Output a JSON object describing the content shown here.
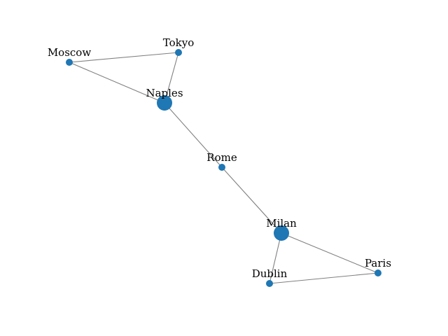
{
  "graph": {
    "node_color": "#1f77b4",
    "edge_color": "#808080",
    "nodes": [
      {
        "id": "moscow",
        "label": "Moscow",
        "degree": 2
      },
      {
        "id": "tokyo",
        "label": "Tokyo",
        "degree": 2
      },
      {
        "id": "naples",
        "label": "Naples",
        "degree": 3
      },
      {
        "id": "rome",
        "label": "Rome",
        "degree": 2
      },
      {
        "id": "milan",
        "label": "Milan",
        "degree": 3
      },
      {
        "id": "dublin",
        "label": "Dublin",
        "degree": 2
      },
      {
        "id": "paris",
        "label": "Paris",
        "degree": 2
      }
    ],
    "edges": [
      {
        "source": "moscow",
        "target": "tokyo"
      },
      {
        "source": "moscow",
        "target": "naples"
      },
      {
        "source": "tokyo",
        "target": "naples"
      },
      {
        "source": "naples",
        "target": "rome"
      },
      {
        "source": "rome",
        "target": "milan"
      },
      {
        "source": "milan",
        "target": "dublin"
      },
      {
        "source": "milan",
        "target": "paris"
      },
      {
        "source": "dublin",
        "target": "paris"
      }
    ]
  }
}
